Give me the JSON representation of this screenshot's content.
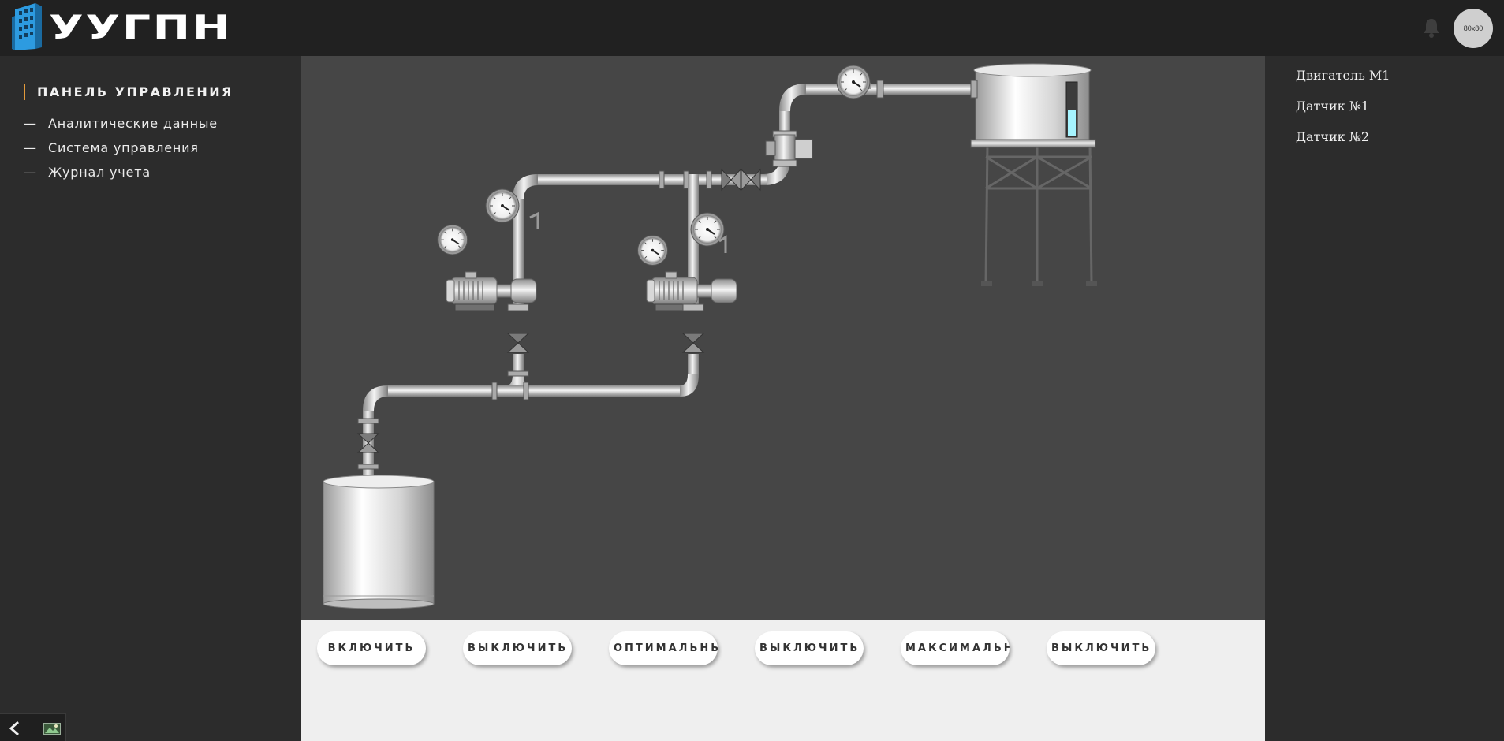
{
  "header": {
    "logo_text": "УУГПН",
    "avatar_label": "80x80"
  },
  "sidebar": {
    "title": "ПАНЕЛЬ УПРАВЛЕНИЯ",
    "items": [
      {
        "dash": "—",
        "label": "Аналитические данные"
      },
      {
        "dash": "—",
        "label": "Система управления"
      },
      {
        "dash": "—",
        "label": "Журнал учета"
      }
    ]
  },
  "controls": {
    "buttons": [
      {
        "label": "ВКЛЮЧИТЬ"
      },
      {
        "label": "ВЫКЛЮЧИТЬ"
      },
      {
        "label": "ОПТИМАЛЬНЫЙ"
      },
      {
        "label": "ВЫКЛЮЧИТЬ"
      },
      {
        "label": "МАКСИМАЛЬНЫЙ"
      },
      {
        "label": "ВЫКЛЮЧИТЬ"
      }
    ]
  },
  "right_panel": {
    "items": [
      {
        "label": "Двигатель М1"
      },
      {
        "label": "Датчик №1"
      },
      {
        "label": "Датчик №2"
      }
    ]
  },
  "scheme": {
    "tank_level_fraction": 0.5,
    "level_color": "#a6f4ff"
  },
  "colors": {
    "header_bg": "#212121",
    "sidebar_bg": "#2c2c2c",
    "scheme_bg": "#464646",
    "accent": "#e29a3b",
    "logo_blue": "#2d9be0"
  },
  "icons": {
    "logo": "building-logo-icon",
    "bell": "bell-icon",
    "collapse": "chevron-left-icon",
    "thumbnail": "image-icon"
  }
}
